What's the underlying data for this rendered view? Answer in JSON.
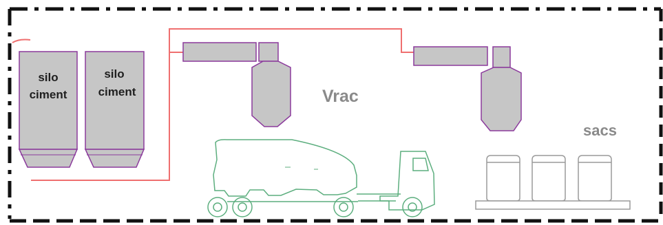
{
  "diagram": {
    "silos": [
      {
        "label_line1": "silo",
        "label_line2": "ciment"
      },
      {
        "label_line1": "silo",
        "label_line2": "ciment"
      }
    ],
    "vrac_label": "Vrac",
    "sacs_label": "sacs",
    "colors": {
      "frame": "#111111",
      "equipment_fill": "#c6c6c6",
      "equipment_stroke": "#8b3a9c",
      "pipe": "#ef6f6f",
      "truck": "#5cae7e",
      "sacks": "#9a9a9a"
    }
  }
}
